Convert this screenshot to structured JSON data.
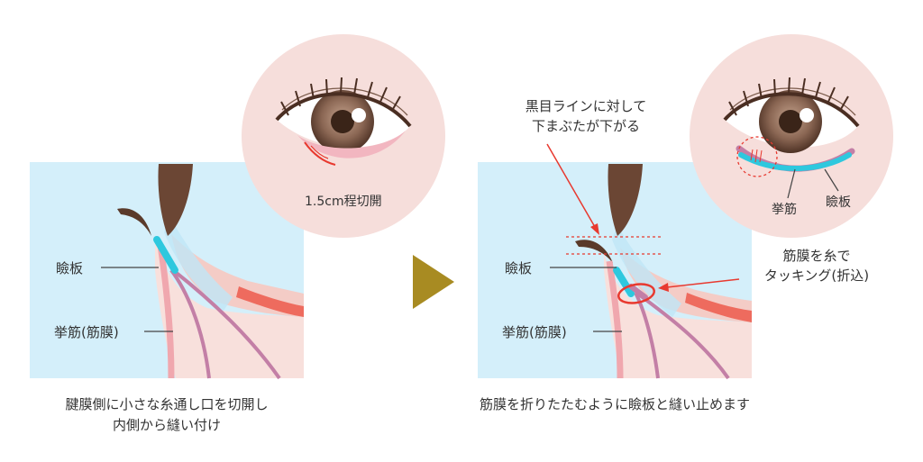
{
  "left_panel": {
    "circle_caption": "1.5cm程切開",
    "label_tarsal": "瞼板",
    "label_levator": "挙筋(筋膜)",
    "caption_line1": "腱膜側に小さな糸通し口を切開し",
    "caption_line2": "内側から縫い付け"
  },
  "right_panel": {
    "annotation_top_line1": "黒目ラインに対して",
    "annotation_top_line2": "下まぶたが下がる",
    "label_tarsal": "瞼板",
    "label_levator": "挙筋(筋膜)",
    "circle_label_levator": "挙筋",
    "circle_label_tarsal": "瞼板",
    "annotation_tuck_line1": "筋膜を糸で",
    "annotation_tuck_line2": "タッキング(折込)",
    "caption": "筋膜を折りたたむように瞼板と縫い止めます"
  },
  "colors": {
    "sky": "#d4effa",
    "skin": "#f8e0dc",
    "circle_bg": "#f6dedb",
    "tarsal_cyan": "#2ec8de",
    "levator_purple": "#c37fa6",
    "red": "#e8392f",
    "arrow_olive": "#a88b22",
    "hair_brown": "#6b4634"
  }
}
